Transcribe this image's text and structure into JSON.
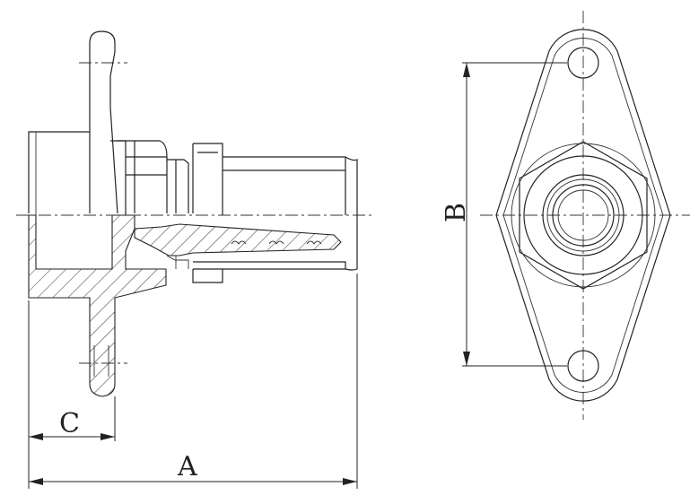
{
  "labels": {
    "A": "A",
    "B": "B",
    "C": "C"
  }
}
